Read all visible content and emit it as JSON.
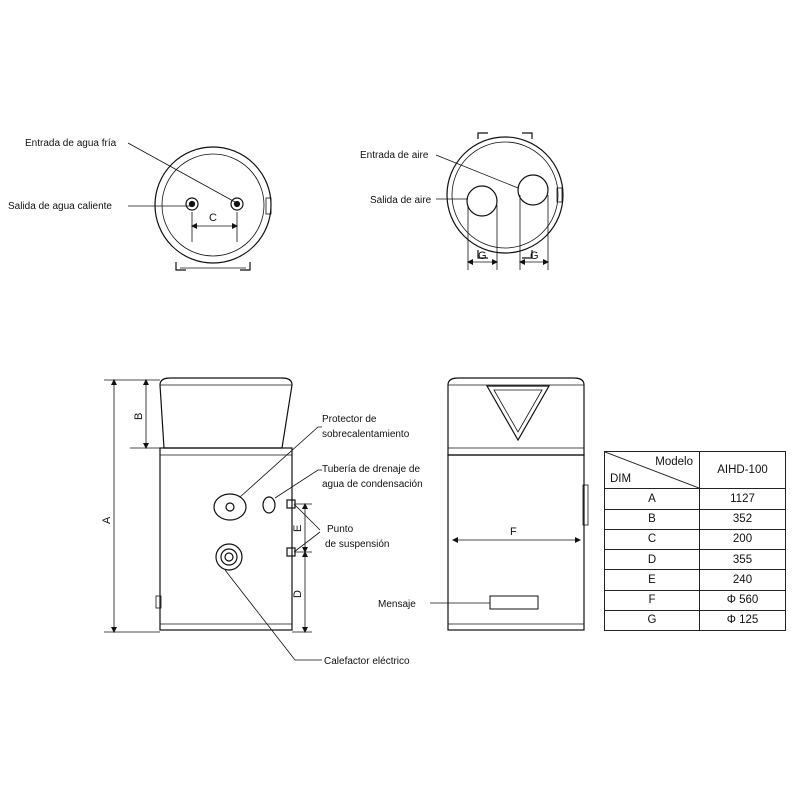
{
  "top_view_left": {
    "label_inlet": "Entrada de agua fría",
    "label_outlet": "Salida de agua caliente",
    "dim_c": "C"
  },
  "top_view_right": {
    "label_air_in": "Entrada de aire",
    "label_air_out": "Salida de aire",
    "dim_g_left": "G",
    "dim_g_right": "G"
  },
  "front_view": {
    "dim_a": "A",
    "dim_b": "B",
    "dim_d": "D",
    "dim_e": "E",
    "label_overheat_1": "Protector de",
    "label_overheat_2": "sobrecalentamiento",
    "label_drain_1": "Tubería de drenaje de",
    "label_drain_2": "agua de condensación",
    "label_hang_1": "Punto",
    "label_hang_2": "de suspensión",
    "label_heater": "Calefactor eléctrico"
  },
  "side_view": {
    "dim_f": "F",
    "label_message": "Mensaje"
  },
  "table": {
    "header_model": "Modelo",
    "header_dim": "DIM",
    "model_name": "AIHD-100",
    "rows": [
      {
        "dim": "A",
        "value": "1127"
      },
      {
        "dim": "B",
        "value": "352"
      },
      {
        "dim": "C",
        "value": "200"
      },
      {
        "dim": "D",
        "value": "355"
      },
      {
        "dim": "E",
        "value": "240"
      },
      {
        "dim": "F",
        "value": "Φ 560"
      },
      {
        "dim": "G",
        "value": "Φ 125"
      }
    ]
  }
}
